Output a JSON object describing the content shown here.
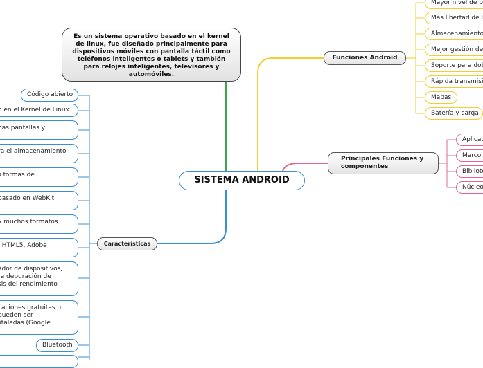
{
  "central": {
    "title": "SISTEMA ANDROID"
  },
  "description": "Es un sistema operativo basado en el kernel de linux, fue diseñado principalmente para dispositivos móviles con pantalla táctil como teléfonos inteligentes o tablets y también para relojes inteligentes, televisores y automóviles.",
  "caracteristicas": {
    "label": "Características",
    "items": [
      "Código abierto",
      "o en el Kernel de Linux",
      "has pantallas y",
      "ra el almacenamiento",
      "s formas de",
      "basado en WebKit",
      "y muchos formatos",
      ", HTML5, Adobe",
      "ador de dispositivos,\nra depuración de\nsis del rendimiento",
      "caciones gratuitas o\npueden ser\nstaladas (Google",
      "Bluetooth"
    ]
  },
  "funciones": {
    "label": "Funciones Android",
    "items": [
      "Mayor nivel de p",
      "Más libertad de l",
      "Almacenamiento",
      "Mejor gestión de",
      "Soporte para dob",
      "Rápida transmisi",
      "Mapas",
      "Batería y carga"
    ]
  },
  "principales": {
    "label": "Principales Funciones y componentes",
    "items": [
      "Aplicac",
      "Marco",
      "Bibliote",
      "Núcleo"
    ]
  },
  "colors": {
    "caracteristicas": "#3a8fd1",
    "funciones": "#f2cf2f",
    "principales": "#e0688f",
    "description": "#3aa64a"
  }
}
